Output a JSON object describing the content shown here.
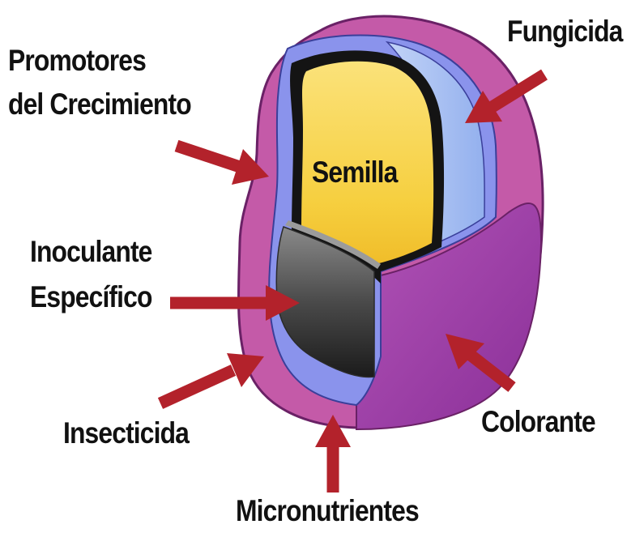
{
  "labels": {
    "promotores_line1": "Promotores",
    "promotores_line2": "del Crecimiento",
    "fungicida": "Fungicida",
    "semilla": "Semilla",
    "inoculante_line1": "Inoculante",
    "inoculante_line2": "Específico",
    "insecticida": "Insecticida",
    "colorante": "Colorante",
    "micronutrientes": "Micronutrientes"
  },
  "colors": {
    "background": "#ffffff",
    "arrow": "#b3222b",
    "outer_coat": "#c45aa8",
    "colorant": "#9a39a6",
    "blue_layer": "#8a93ec",
    "light_blue_layer": "#a8c1f2",
    "seed_yellow": "#f6cf3f",
    "inoculant_dark": "#3c3c3c",
    "label_text": "#111111"
  }
}
